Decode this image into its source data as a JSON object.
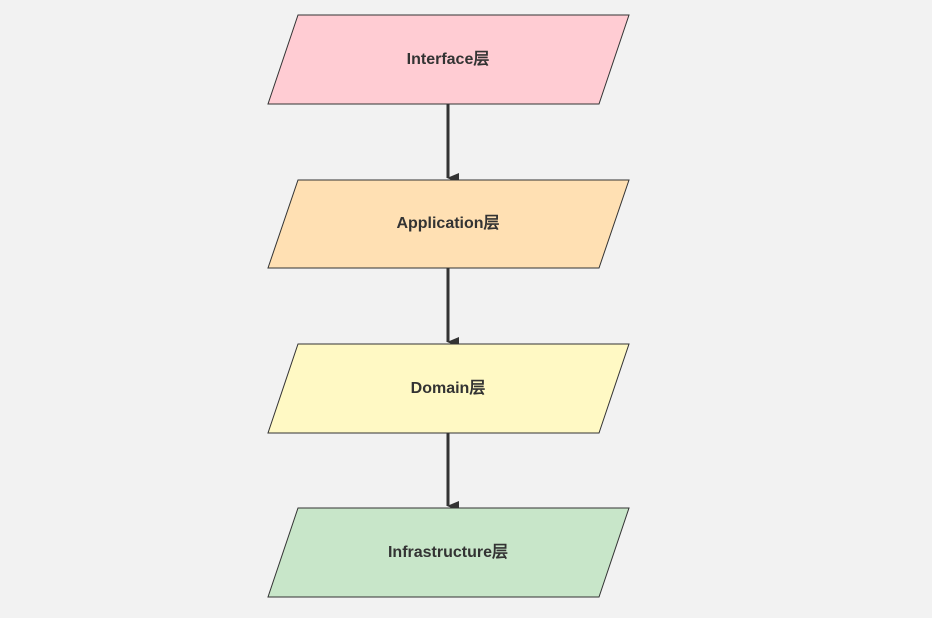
{
  "diagram": {
    "background": "#f2f2f2",
    "stroke_color": "#333333",
    "arrow_color": "#333333",
    "layers": [
      {
        "label": "Interface层",
        "fill": "#ffccd3"
      },
      {
        "label": "Application层",
        "fill": "#ffe0b3"
      },
      {
        "label": "Domain层",
        "fill": "#fff9c4"
      },
      {
        "label": "Infrastructure层",
        "fill": "#c8e6c9"
      }
    ],
    "edges": [
      {
        "from": 0,
        "to": 1
      },
      {
        "from": 1,
        "to": 2
      },
      {
        "from": 2,
        "to": 3
      }
    ]
  }
}
